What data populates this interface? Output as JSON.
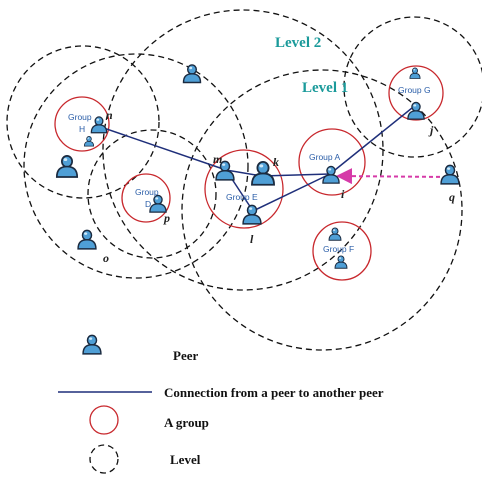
{
  "levels": {
    "level2": "Level 2",
    "level1": "Level 1"
  },
  "groups": {
    "a": "Group A",
    "d_line1": "Group",
    "d_line2": "D",
    "e": "Group E",
    "f": "Group F",
    "g": "Group G",
    "h_line1": "Group",
    "h_line2": "H"
  },
  "nodes": {
    "n": "n",
    "m": "m",
    "k": "k",
    "l": "l",
    "i": "i",
    "j": "j",
    "p": "p",
    "o": "o",
    "q": "q"
  },
  "legend": {
    "peer": "Peer",
    "connection": "Connection from a peer to another peer",
    "group": "A group",
    "level": "Level"
  },
  "colors": {
    "group_circle": "#c8282d",
    "connection": "#1f2f7a",
    "peer_fill": "#4f9fd6",
    "arrow": "#d63aa8",
    "level_label": "#1a9a9a",
    "group_label": "#2b5ea8"
  }
}
